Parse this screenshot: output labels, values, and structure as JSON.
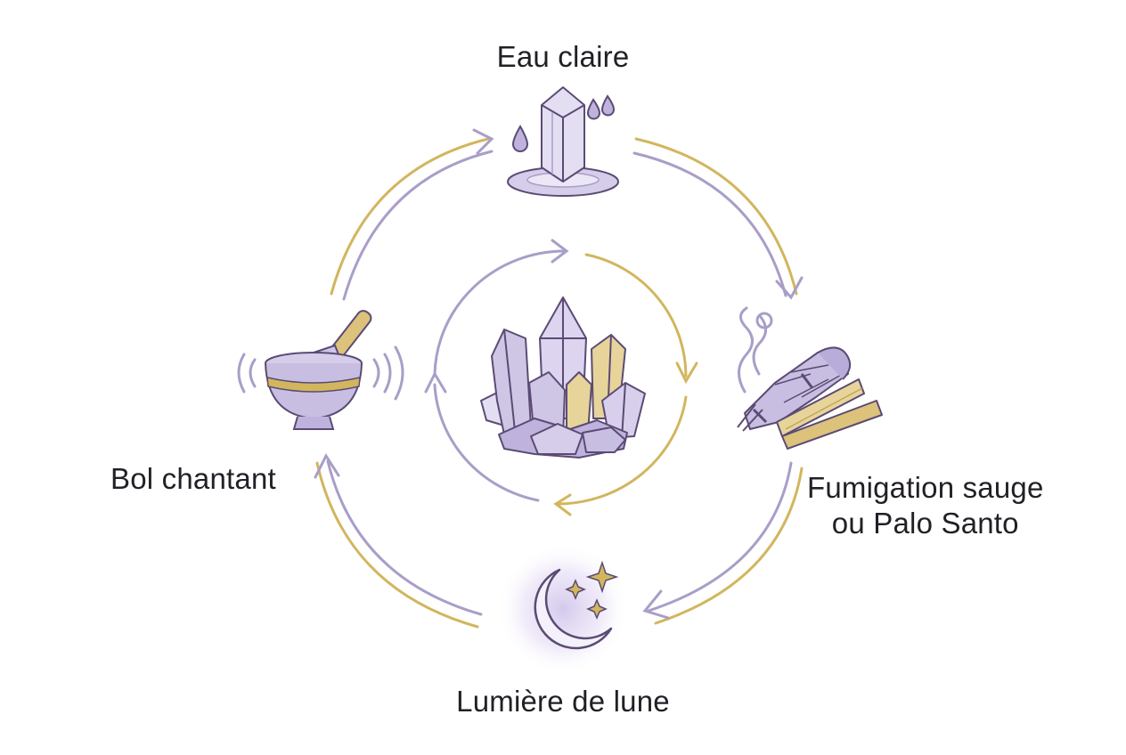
{
  "diagram": {
    "stations": {
      "top": {
        "label": "Eau claire",
        "icon": "crystal-water-icon"
      },
      "right": {
        "label_line1": "Fumigation sauge",
        "label_line2": "ou Palo Santo",
        "icon": "sage-palo-santo-icon"
      },
      "bottom": {
        "label": "Lumière de lune",
        "icon": "moon-stars-icon"
      },
      "left": {
        "label": "Bol chantant",
        "icon": "singing-bowl-icon"
      }
    },
    "center_icon": "crystal-cluster-icon"
  },
  "colors": {
    "lavender": "#a99ec8",
    "lavender_fill": "#e4def2",
    "gold": "#d2b65e",
    "outline": "#5b4b74",
    "text": "#231f26"
  }
}
